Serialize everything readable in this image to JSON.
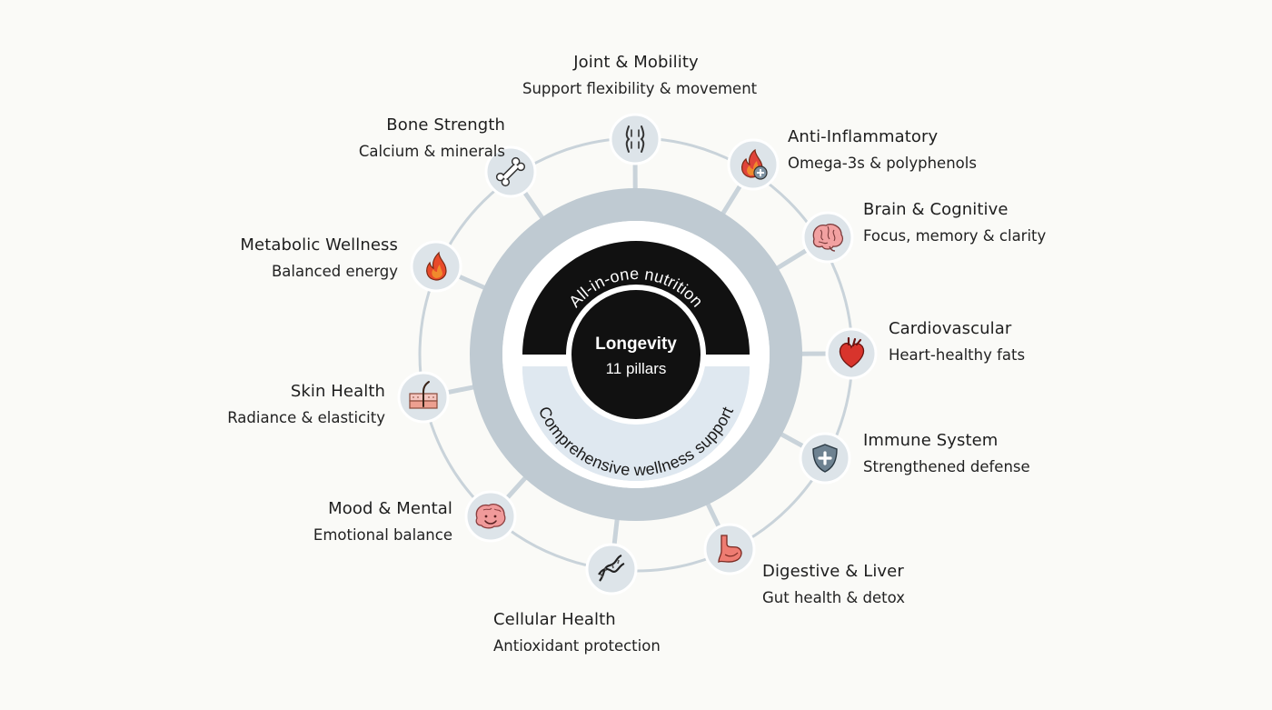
{
  "center": {
    "title": "Longevity",
    "subtitle": "11 pillars",
    "top_arc_text": "All-in-one nutrition",
    "bottom_arc_text": "Comprehensive wellness support"
  },
  "pillars": [
    {
      "id": "joint",
      "icon": "joint-icon",
      "title": "Joint & Mobility",
      "subtitle": "Support flexibility & movement"
    },
    {
      "id": "anti-inflammatory",
      "icon": "fire-plus-icon",
      "title": "Anti-Inflammatory",
      "subtitle": "Omega-3s & polyphenols"
    },
    {
      "id": "brain",
      "icon": "brain-icon",
      "title": "Brain & Cognitive",
      "subtitle": "Focus, memory & clarity"
    },
    {
      "id": "cardio",
      "icon": "heart-icon",
      "title": "Cardiovascular",
      "subtitle": "Heart-healthy fats"
    },
    {
      "id": "immune",
      "icon": "shield-icon",
      "title": "Immune System",
      "subtitle": "Strengthened defense"
    },
    {
      "id": "digestive",
      "icon": "stomach-icon",
      "title": "Digestive & Liver",
      "subtitle": "Gut health & detox"
    },
    {
      "id": "cellular",
      "icon": "dna-icon",
      "title": "Cellular Health",
      "subtitle": "Antioxidant protection"
    },
    {
      "id": "mood",
      "icon": "smiling-brain-icon",
      "title": "Mood & Mental",
      "subtitle": "Emotional balance"
    },
    {
      "id": "skin",
      "icon": "skin-layer-icon",
      "title": "Skin Health",
      "subtitle": "Radiance & elasticity"
    },
    {
      "id": "metabolic",
      "icon": "flame-icon",
      "title": "Metabolic Wellness",
      "subtitle": "Balanced energy"
    },
    {
      "id": "bone",
      "icon": "bone-icon",
      "title": "Bone Strength",
      "subtitle": "Calcium & minerals"
    }
  ],
  "colors": {
    "ring": "#c9d3da",
    "ring_dark": "#bfcad2",
    "node_fill": "#dde4e9",
    "center_dark": "#111111",
    "arc_light": "#dfe8f0",
    "icon_red": "#e0443a",
    "icon_orange": "#f08a2c",
    "icon_pink": "#f09a9a"
  }
}
